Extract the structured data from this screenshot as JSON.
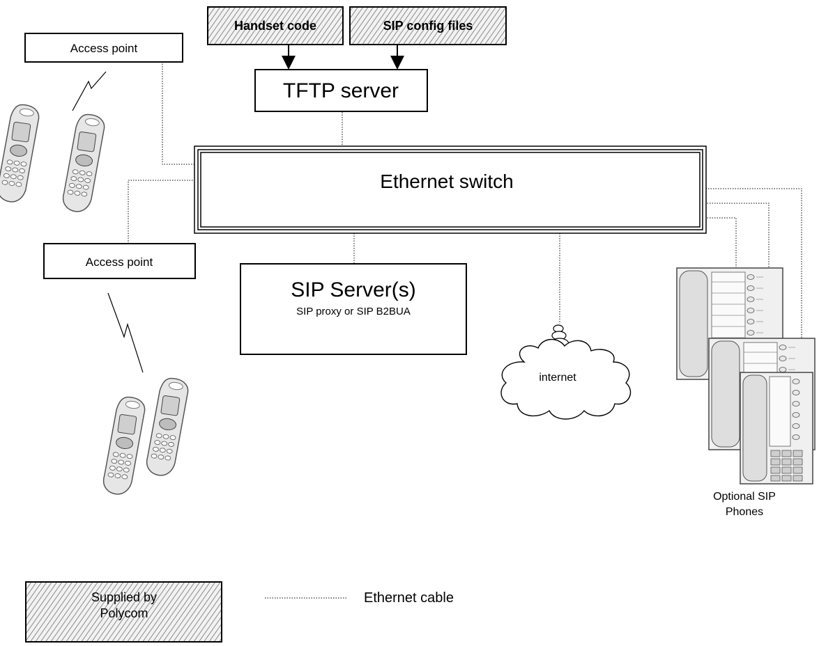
{
  "nodes": {
    "handset_code": "Handset code",
    "sip_config_files": "SIP config files",
    "tftp_server": "TFTP server",
    "access_point_top": "Access point",
    "access_point_bottom": "Access point",
    "ethernet_switch": "Ethernet switch",
    "sip_server_title": "SIP Server(s)",
    "sip_server_subtitle": "SIP proxy or SIP B2BUA",
    "internet": "internet",
    "optional_phones_line1": "Optional SIP",
    "optional_phones_line2": "Phones"
  },
  "legend": {
    "supplied_line1": "Supplied by",
    "supplied_line2": "Polycom",
    "ethernet_cable": "Ethernet cable"
  },
  "icons": {
    "wireless_handset": "wireless-handset-icon",
    "desk_phone": "sip-desk-phone-icon",
    "cloud": "cloud-icon",
    "wireless_signal": "lightning-zigzag-icon"
  }
}
